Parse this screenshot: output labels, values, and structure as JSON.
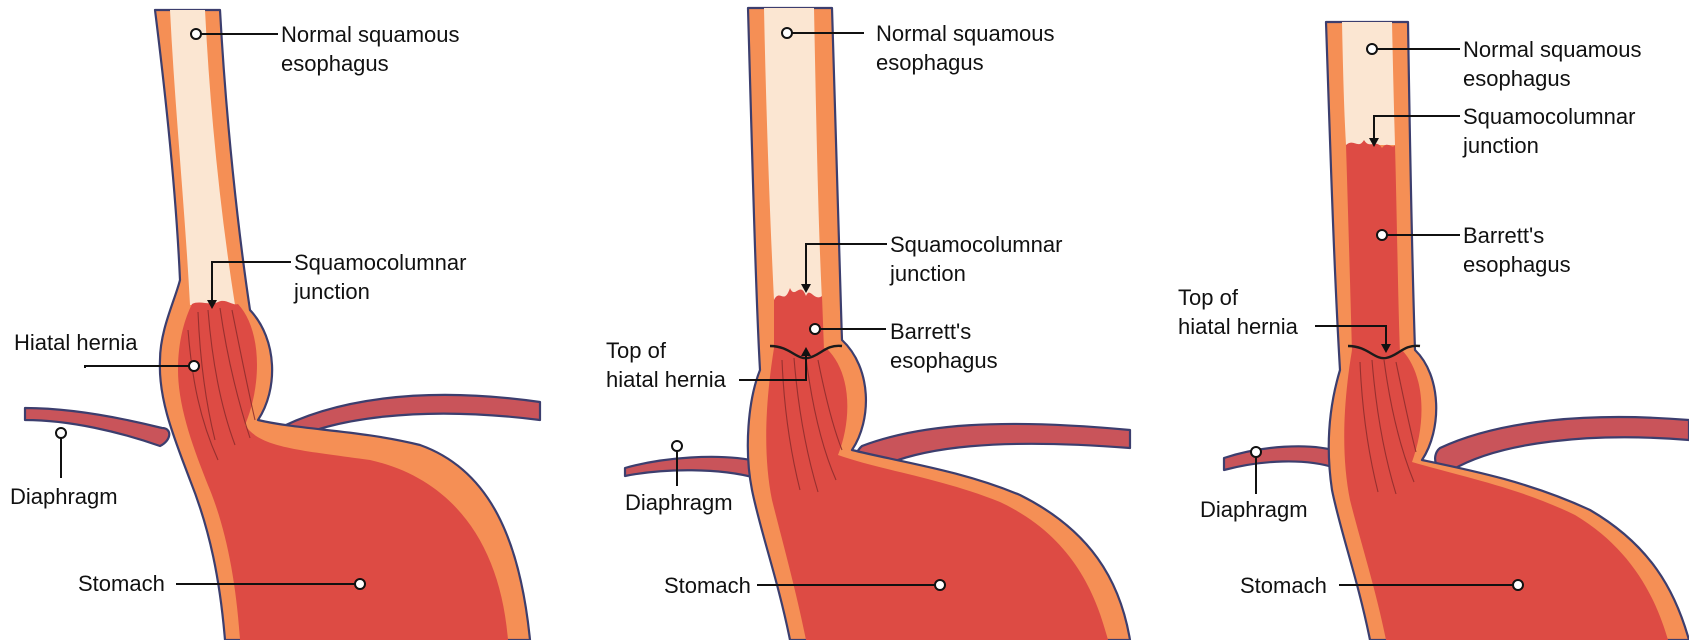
{
  "panels": [
    {
      "labels": {
        "normal": [
          "Normal squamous",
          "esophagus"
        ],
        "junction": [
          "Squamocolumnar",
          "junction"
        ],
        "hiatal": [
          "Hiatal hernia"
        ],
        "diaphragm": [
          "Diaphragm"
        ],
        "stomach": [
          "Stomach"
        ]
      }
    },
    {
      "labels": {
        "normal": [
          "Normal squamous",
          "esophagus"
        ],
        "junction": [
          "Squamocolumnar",
          "junction"
        ],
        "barrett": [
          "Barrett's",
          "esophagus"
        ],
        "hiatal_top": [
          "Top of",
          "hiatal hernia"
        ],
        "diaphragm": [
          "Diaphragm"
        ],
        "stomach": [
          "Stomach"
        ]
      }
    },
    {
      "labels": {
        "normal": [
          "Normal squamous",
          "esophagus"
        ],
        "junction": [
          "Squamocolumnar",
          "junction"
        ],
        "barrett": [
          "Barrett's",
          "esophagus"
        ],
        "hiatal_top": [
          "Top of",
          "hiatal hernia"
        ],
        "diaphragm": [
          "Diaphragm"
        ],
        "stomach": [
          "Stomach"
        ]
      }
    }
  ],
  "colors": {
    "wall": "#f58f55",
    "outline": "#3c3e6e",
    "squamous_lumen": "#fbe6d2",
    "columnar_mucosa": "#dd4b44",
    "diaphragm": "#c9545a"
  }
}
